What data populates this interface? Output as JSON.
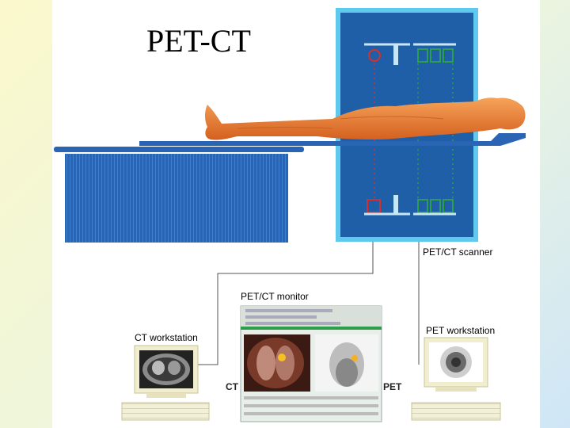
{
  "slide": {
    "title": "PET-CT",
    "labels": {
      "scanner": "PET/CT scanner",
      "monitor": "PET/CT monitor",
      "ct_workstation": "CT workstation",
      "pet_workstation": "PET workstation",
      "ct_tag": "CT",
      "pet_tag": "PET"
    }
  },
  "colors": {
    "gantry_blue": "#1f5fa8",
    "gantry_border": "#5fc9ee",
    "body_orange": "#e8792f",
    "pet_ring_red": "#d6302c",
    "ct_detector_green": "#2e9e4a",
    "table_blue": "#2a64b5"
  }
}
